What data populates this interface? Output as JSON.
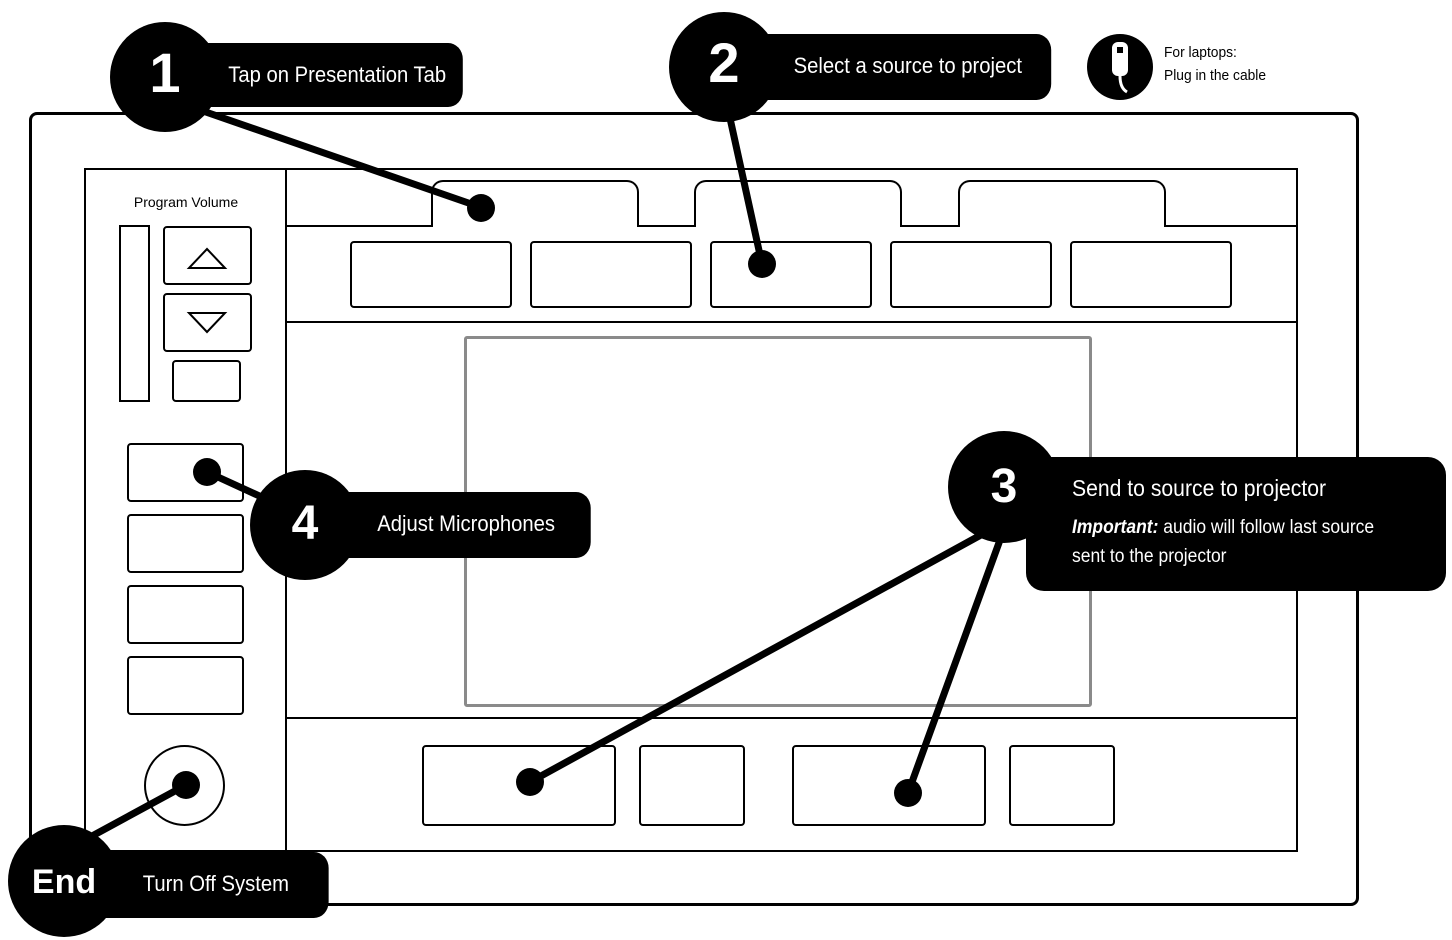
{
  "callouts": {
    "step1": {
      "number": "1",
      "text": "Tap on Presentation Tab"
    },
    "step2": {
      "number": "2",
      "text": "Select a source to project"
    },
    "step3": {
      "number": "3",
      "title": "Send to source to projector",
      "important_label": "Important:",
      "important_text": " audio will follow last source",
      "important_text_line2": "sent to the projector"
    },
    "step4": {
      "number": "4",
      "text": "Adjust Microphones"
    },
    "end": {
      "number": "End",
      "text": "Turn Off System"
    }
  },
  "laptop_note": {
    "line1": "For laptops:",
    "line2": "Plug in the cable",
    "icon": "usb-cable-icon"
  },
  "panel": {
    "volume_label": "Program Volume"
  },
  "colors": {
    "ink": "#000000",
    "preview_border": "#8a8a8a",
    "background": "#ffffff"
  }
}
